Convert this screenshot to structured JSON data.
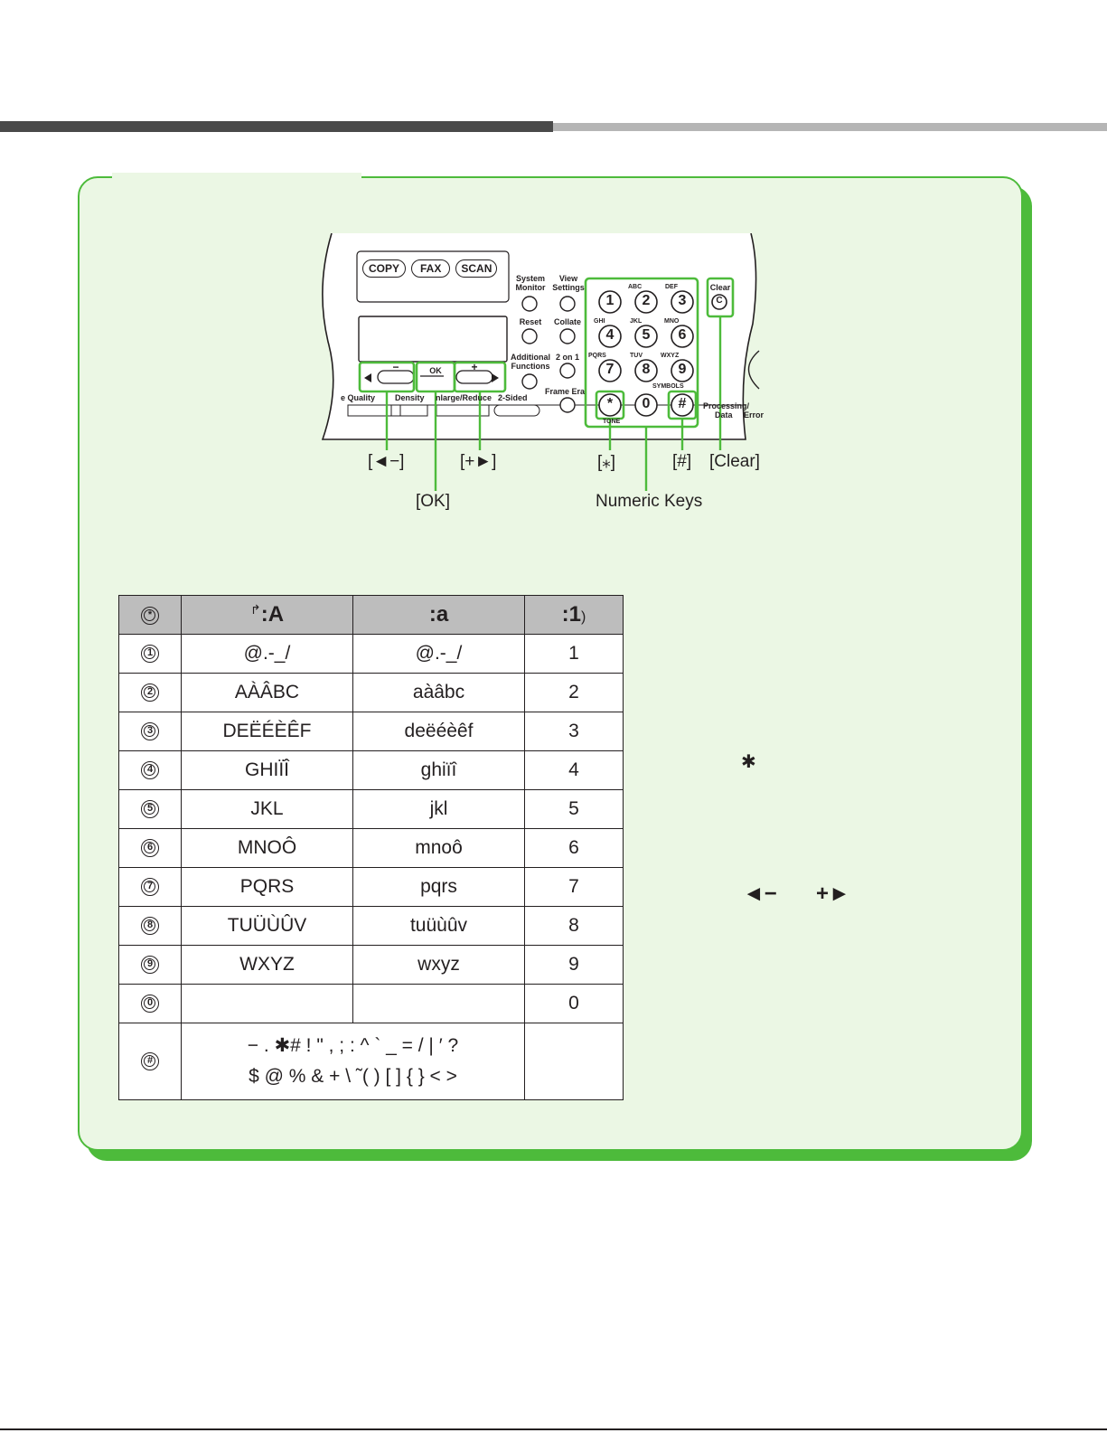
{
  "panel": {
    "mode_buttons": [
      "COPY",
      "FAX",
      "SCAN"
    ],
    "small_labels": {
      "system_monitor": "System Monitor",
      "view_settings": "View Settings",
      "reset": "Reset",
      "collate": "Collate",
      "additional_functions": "Additional Functions",
      "two_on_one": "2 on 1",
      "frame_erase": "Frame Era",
      "clear": "Clear",
      "ok": "OK",
      "minus": "−",
      "plus": "+",
      "image_quality": "e Quality",
      "density": "Density",
      "enlarge_reduce": "nlarge/Reduce",
      "two_sided": "2-Sided",
      "processing": "Processing/",
      "data": "Data",
      "error": "Error",
      "symbols": "SYMBOLS",
      "tone": "TONE"
    },
    "numeric_keys": [
      {
        "key": "1",
        "letters": ""
      },
      {
        "key": "2",
        "letters": "ABC"
      },
      {
        "key": "3",
        "letters": "DEF"
      },
      {
        "key": "4",
        "letters": "GHI"
      },
      {
        "key": "5",
        "letters": "JKL"
      },
      {
        "key": "6",
        "letters": "MNO"
      },
      {
        "key": "7",
        "letters": "PQRS"
      },
      {
        "key": "8",
        "letters": "TUV"
      },
      {
        "key": "9",
        "letters": "WXYZ"
      },
      {
        "key": "*",
        "letters": ""
      },
      {
        "key": "0",
        "letters": ""
      },
      {
        "key": "#",
        "letters": ""
      }
    ],
    "callouts": {
      "left": "[◄−]",
      "right": "[+►]",
      "ok": "[OK]",
      "star": "[⁎]",
      "hash": "[#]",
      "clear": "[Clear]",
      "numeric": "Numeric Keys"
    }
  },
  "table": {
    "header": {
      "key": "*",
      "upper": ":A",
      "lower": ":a",
      "num": ":1"
    },
    "rows": [
      {
        "key": "1",
        "upper": "@.-_/",
        "lower": "@.-_/",
        "num": "1"
      },
      {
        "key": "2",
        "upper": "AÀÂBC",
        "lower": "aàâbc",
        "num": "2"
      },
      {
        "key": "3",
        "upper": "DEËÉÈÊF",
        "lower": "deëéèêf",
        "num": "3"
      },
      {
        "key": "4",
        "upper": "GHIÏÎ",
        "lower": "ghiïî",
        "num": "4"
      },
      {
        "key": "5",
        "upper": "JKL",
        "lower": "jkl",
        "num": "5"
      },
      {
        "key": "6",
        "upper": "MNOÔ",
        "lower": "mnoô",
        "num": "6"
      },
      {
        "key": "7",
        "upper": "PQRS",
        "lower": "pqrs",
        "num": "7"
      },
      {
        "key": "8",
        "upper": "TUÜÙÛV",
        "lower": "tuüùûv",
        "num": "8"
      },
      {
        "key": "9",
        "upper": "WXYZ",
        "lower": "wxyz",
        "num": "9"
      },
      {
        "key": "0",
        "upper": "",
        "lower": "",
        "num": "0"
      }
    ],
    "symbols_row": {
      "key": "#",
      "line1": "− . ✱# ! \" , ; : ^ ` _ = / | ′ ?",
      "line2": "$ @ % & + \\ ˜( ) [ ] { } < >",
      "num": ""
    }
  },
  "side_glyphs": {
    "star": "✱",
    "left_arrow": "◄−",
    "right_arrow": "+►"
  }
}
